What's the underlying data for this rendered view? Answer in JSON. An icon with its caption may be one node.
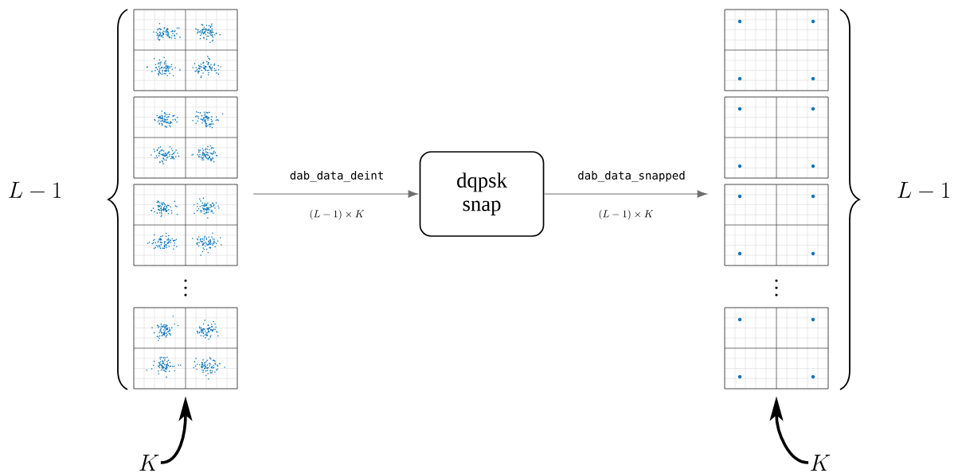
{
  "diagram": {
    "nodes": [
      {
        "text": [],
        "shape": "picture"
      },
      {
        "text": [
          "dqpsk snap"
        ]
      },
      {
        "text": [],
        "shape": "picture"
      },
      {
        "text": [
          "K"
        ]
      },
      {
        "text": [
          "K"
        ]
      }
    ],
    "edges": [
      {
        "from": 0,
        "to": 1,
        "arrow": "to",
        "label": "dab_data_deint",
        "color": "#6e6e6e"
      },
      {
        "from": 1,
        "to": 2,
        "arrow": "to",
        "label": "dab_data_snapped",
        "color": "#6e6e6e"
      },
      {
        "from": 3,
        "to": 0,
        "arrow": "to",
        "style": "thick",
        "color": "#000000"
      },
      {
        "from": 4,
        "to": 2,
        "arrow": "to",
        "style": "thick",
        "color": "#000000"
      }
    ],
    "labels": [
      "L - 1",
      "(L - 1) \\times K",
      "(L - 1) \\times K",
      "L - 1"
    ]
  }
}
